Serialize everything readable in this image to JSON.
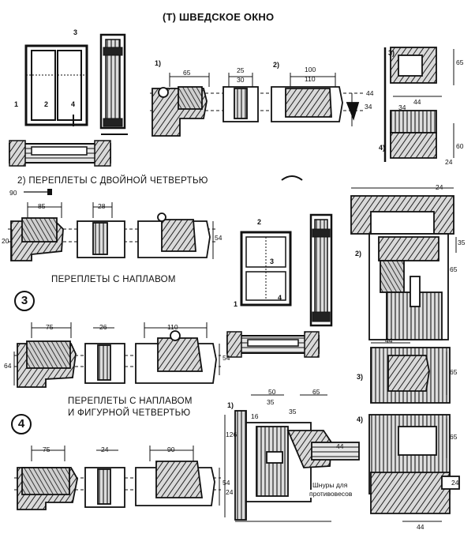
{
  "title": "(Т) ШВЕДСКОЕ ОКНО",
  "captions": {
    "double_quarter": "2) ПЕРЕПЛЕТЫ С ДВОЙНОЙ ЧЕТВЕРТЬЮ",
    "with_overlap": "ПЕРЕПЛЕТЫ С НАПЛАВОМ",
    "overlap_figured_1": "ПЕРЕПЛЕТЫ С НАПЛАВОМ",
    "overlap_figured_2": "И ФИГУРНОЙ ЧЕТВЕРТЬЮ",
    "counterweight_cords_1": "Шнуры для",
    "counterweight_cords_2": "противовесов"
  },
  "section_numbers": {
    "three": "3",
    "four": "4"
  },
  "callouts": {
    "n1": "1",
    "n2": "2",
    "n3": "3",
    "n4": "4",
    "p1": "1)",
    "p2": "2)",
    "p3": "3)",
    "p4": "4)"
  },
  "dimensions": {
    "d65": "65",
    "d25": "25",
    "d30": "30",
    "d100": "100",
    "d110": "110",
    "d34": "34",
    "d44": "44",
    "d60": "60",
    "d24": "24",
    "d90": "90",
    "d85": "85",
    "d28": "28",
    "d54": "54",
    "d20": "20",
    "d35": "35",
    "d75": "75",
    "d26": "26",
    "d64": "64",
    "d50": "50",
    "d16": "16",
    "d126": "126"
  }
}
